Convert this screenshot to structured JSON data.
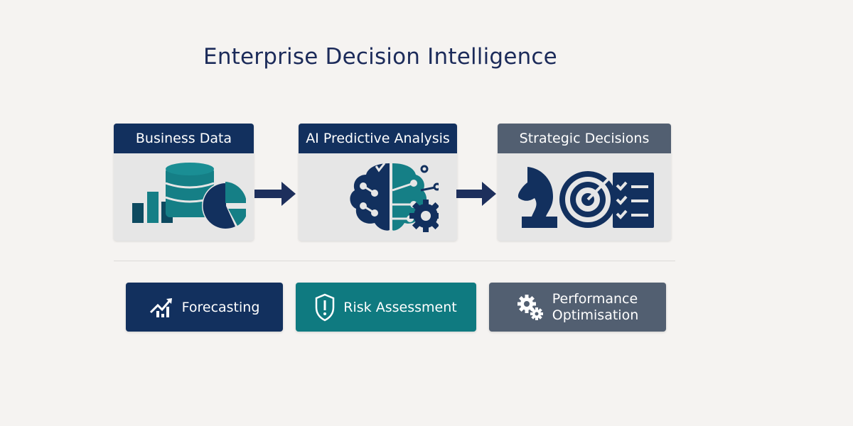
{
  "title": "Enterprise Decision Intelligence",
  "stages": [
    {
      "label": "Business Data",
      "icon": "database-chart-icon"
    },
    {
      "label": "AI Predictive Analysis",
      "icon": "brain-gear-icon"
    },
    {
      "label": "Strategic Decisions",
      "icon": "chess-target-checklist-icon"
    }
  ],
  "outcomes": [
    {
      "label": "Forecasting",
      "icon": "trend-chart-icon"
    },
    {
      "label": "Risk Assessment",
      "icon": "shield-alert-icon"
    },
    {
      "label_line1": "Performance",
      "label_line2": "Optimisation",
      "icon": "gears-icon"
    }
  ],
  "colors": {
    "navy": "#12305e",
    "teal": "#0f7a80",
    "slate": "#525f71",
    "card": "#e6e6e6",
    "background": "#f5f3f1"
  }
}
